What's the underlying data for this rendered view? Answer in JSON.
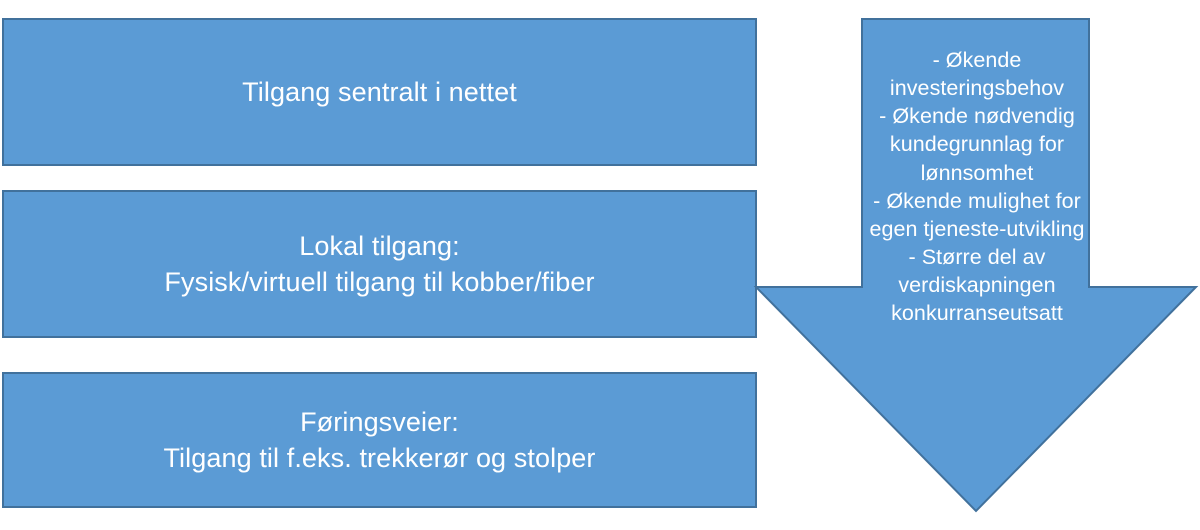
{
  "slide": {
    "background_color": "#FFFFFF",
    "shape_fill_color": "#5B9BD5",
    "shape_border_color": "#41719C",
    "text_color": "#FFFFFF"
  },
  "boxes": [
    {
      "id": "tilgang-sentralt",
      "text": "Tilgang sentralt i nettet"
    },
    {
      "id": "lokal-tilgang",
      "text": "Lokal tilgang:\nFysisk/virtuell tilgang til kobber/fiber"
    },
    {
      "id": "foringsveier",
      "text": "Føringsveier:\nTilgang til f.eks. trekkerør og stolper"
    }
  ],
  "arrow": {
    "direction": "down",
    "text": "-  Økende investeringsbehov\n- Økende nødvendig kundegrunnlag  for lønnsomhet\n-    Økende mulighet for egen tjeneste-utvikling\n-    Større del av verdiskapningen konkurranseutsatt",
    "bullets": [
      "- Økende investeringsbehov",
      "- Økende nødvendig kundegrunnlag  for lønnsomhet",
      "-    Økende mulighet for egen tjeneste-utvikling",
      "-    Større del av verdiskapningen konkurranseutsatt"
    ]
  }
}
